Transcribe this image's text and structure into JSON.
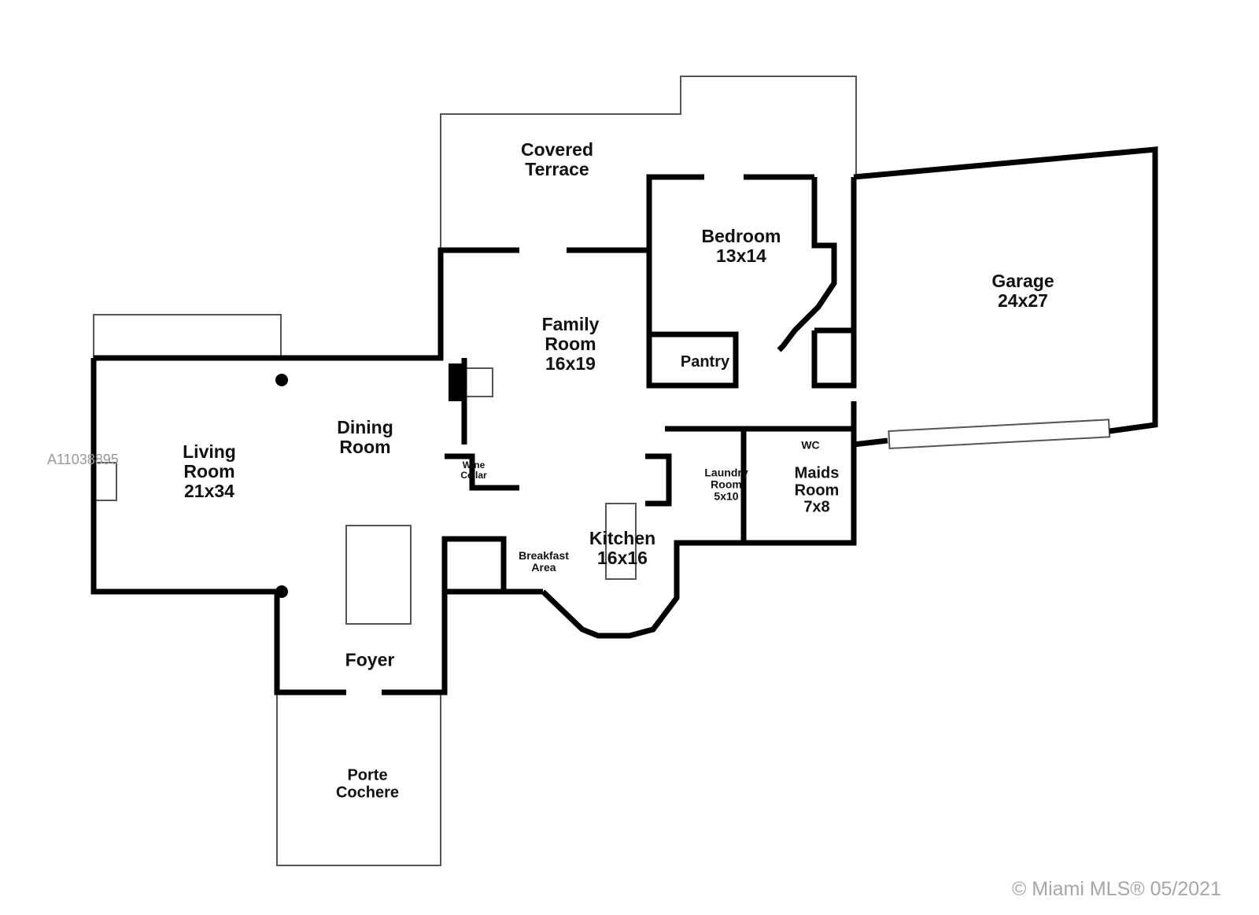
{
  "rooms": {
    "covered_terrace": "Covered\nTerrace",
    "bedroom": "Bedroom\n13x14",
    "garage": "Garage\n24x27",
    "family_room": "Family\nRoom\n16x19",
    "pantry": "Pantry",
    "dining_room": "Dining\nRoom",
    "living_room": "Living\nRoom\n21x34",
    "wine_cellar": "Wine\nCellar",
    "laundry_room": "Laundry\nRoom\n5x10",
    "wc": "WC",
    "maids_room": "Maids\nRoom\n7x8",
    "kitchen": "Kitchen\n16x16",
    "breakfast_area": "Breakfast\nArea",
    "foyer": "Foyer",
    "porte_cochere": "Porte\nCochere"
  },
  "watermark": {
    "listing_id": "A11038895"
  },
  "copyright": "© Miami MLS® 05/2021"
}
